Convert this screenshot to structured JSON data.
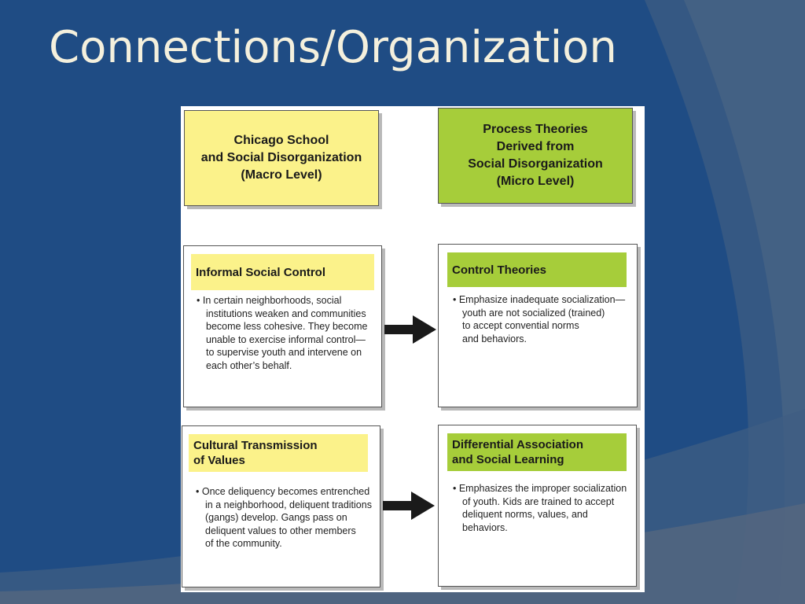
{
  "slide": {
    "title": "Connections/Organization"
  },
  "theme": {
    "background": "#1f4c84",
    "title_color": "#f4f0dd",
    "macro_color": "#fbf28a",
    "micro_color": "#a6cd3a"
  },
  "diagram": {
    "macro_header": {
      "lines": [
        "Chicago School",
        "and Social Disorganization",
        "(Macro Level)"
      ]
    },
    "micro_header": {
      "lines": [
        "Process Theories",
        "Derived from",
        "Social Disorganization",
        "(Micro Level)"
      ]
    },
    "rows": [
      {
        "left": {
          "title_lines": [
            "Informal Social Control"
          ],
          "text_lines": [
            "• In certain neighborhoods, social",
            "institutions weaken and communities",
            "become less cohesive. They become",
            "unable to exercise informal control—",
            "to supervise youth and intervene on",
            "each other’s behalf."
          ]
        },
        "right": {
          "title_lines": [
            "Control Theories"
          ],
          "text_lines": [
            "• Emphasize inadequate socialization—",
            "youth are not socialized (trained)",
            "to accept convential norms",
            "and behaviors."
          ]
        }
      },
      {
        "left": {
          "title_lines": [
            "Cultural Transmission",
            "of Values"
          ],
          "text_lines": [
            "• Once deliquency becomes entrenched",
            "in a neighborhood, deliquent traditions",
            "(gangs) develop. Gangs pass on",
            "deliquent values to other members",
            "of the community."
          ]
        },
        "right": {
          "title_lines": [
            "Differential Association",
            "and Social Learning"
          ],
          "text_lines": [
            "• Emphasizes the improper socialization",
            "of youth. Kids are trained to accept",
            "deliquent norms, values, and",
            "behaviors."
          ]
        }
      }
    ]
  }
}
